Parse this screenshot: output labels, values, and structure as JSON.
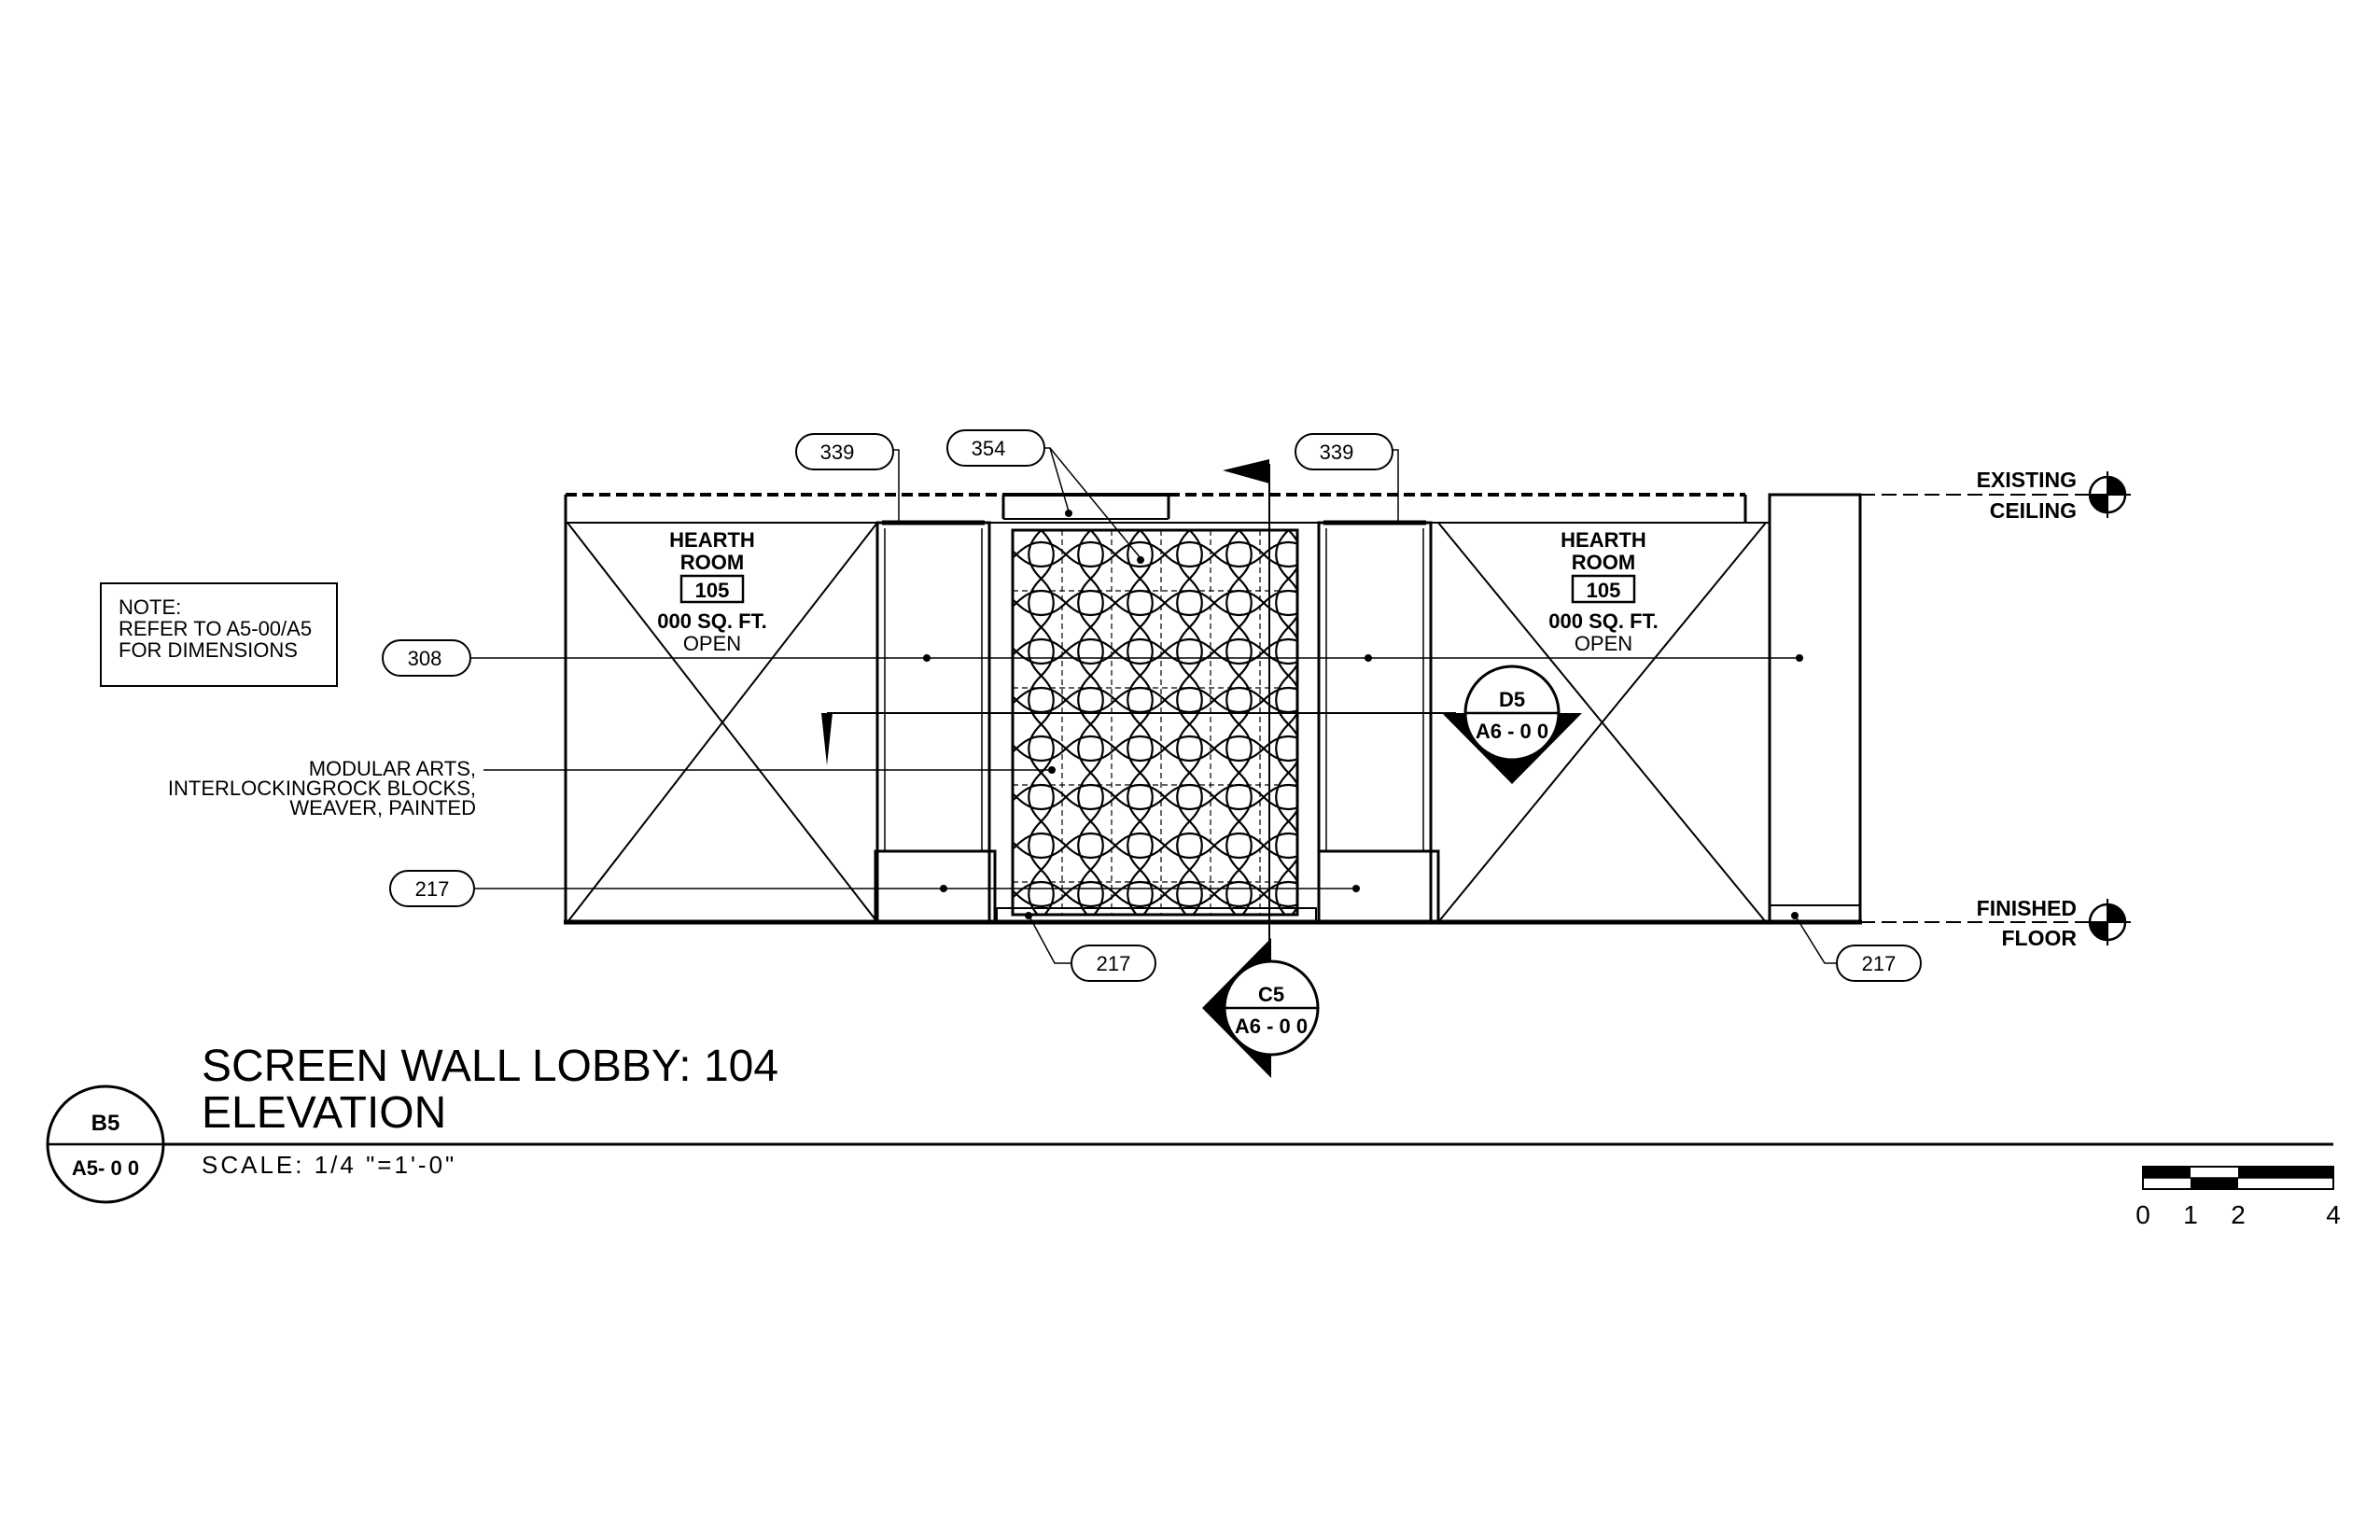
{
  "note": {
    "line1": "NOTE:",
    "line2": "REFER TO A5-00/A5",
    "line3": "FOR DIMENSIONS"
  },
  "rooms": [
    {
      "name1": "HEARTH",
      "name2": "ROOM",
      "number": "105",
      "area": "000 SQ. FT.",
      "status": "OPEN"
    },
    {
      "name1": "HEARTH",
      "name2": "ROOM",
      "number": "105",
      "area": "000 SQ. FT.",
      "status": "OPEN"
    }
  ],
  "tags": {
    "top_left": "339",
    "top_middle": "354",
    "top_right": "339",
    "left_308": "308",
    "left_217": "217",
    "bottom_middle": "217",
    "bottom_right": "217"
  },
  "material_note": {
    "line1": "MODULAR ARTS,",
    "line2": "INTERLOCKINGROCK BLOCKS,",
    "line3": "WEAVER, PAINTED"
  },
  "levels": {
    "ceiling_line1": "EXISTING",
    "ceiling_line2": "CEILING",
    "floor_line1": "FINISHED",
    "floor_line2": "FLOOR"
  },
  "section_markers": {
    "d5_id": "D5",
    "d5_sheet": "A6 - 0 0",
    "c5_id": "C5",
    "c5_sheet": "A6 - 0 0"
  },
  "title_block": {
    "title_line1": "SCREEN WALL LOBBY: 104",
    "title_line2": "ELEVATION",
    "scale": "SCALE: 1/4 \"=1'-0\"",
    "bubble_id": "B5",
    "bubble_sheet": "A5- 0 0"
  },
  "scale_bar": {
    "labels": [
      "0",
      "1",
      "2",
      "4"
    ]
  }
}
